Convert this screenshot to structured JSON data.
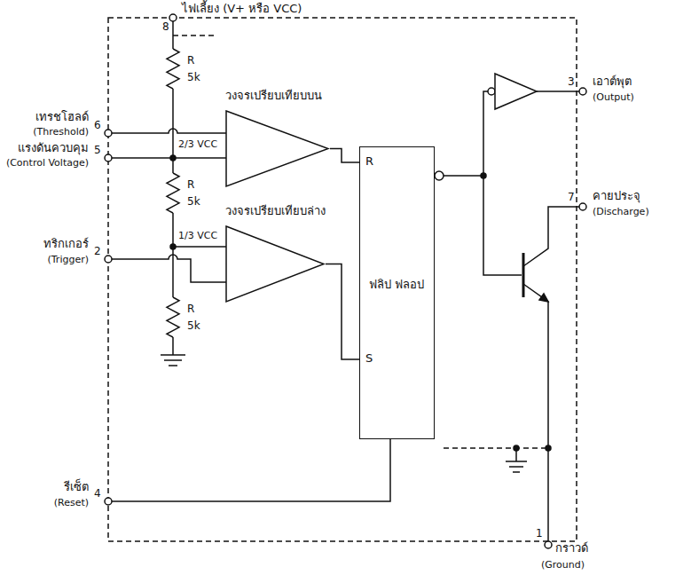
{
  "diagram": {
    "nodes": [
      {
        "text": [
          "วงจรเปรียบเทียบบน"
        ]
      },
      {
        "text": [
          "วงจรเปรียบเทียบล่าง"
        ]
      },
      {
        "text": [
          "ฟลิป ฟลอป",
          "R",
          "S"
        ]
      }
    ],
    "edges": [
      {
        "from": 0,
        "to": 2,
        "arrow": "none"
      },
      {
        "from": 1,
        "to": 2,
        "arrow": "none"
      }
    ],
    "labels": [
      "8",
      "ไฟเลี้ยง (V+ หรือ VCC)",
      "R",
      "5k",
      "6",
      "เทรชโฮลด์",
      "(Threshold)",
      "5",
      "แรงดันควบคุม",
      "(Control Voltage)",
      "2/3 VCC",
      "+",
      "-",
      "R",
      "5k",
      "1/3 VCC",
      "+",
      "-",
      "2",
      "ทริกเกอร์",
      "(Trigger)",
      "R",
      "5k",
      "4",
      "รีเซ็ต",
      "(Reset)",
      "3",
      "เอาต์พุต",
      "(Output)",
      "7",
      "คายประจุ",
      "(Discharge)",
      "1",
      "กราวด์",
      "(Ground)"
    ]
  }
}
